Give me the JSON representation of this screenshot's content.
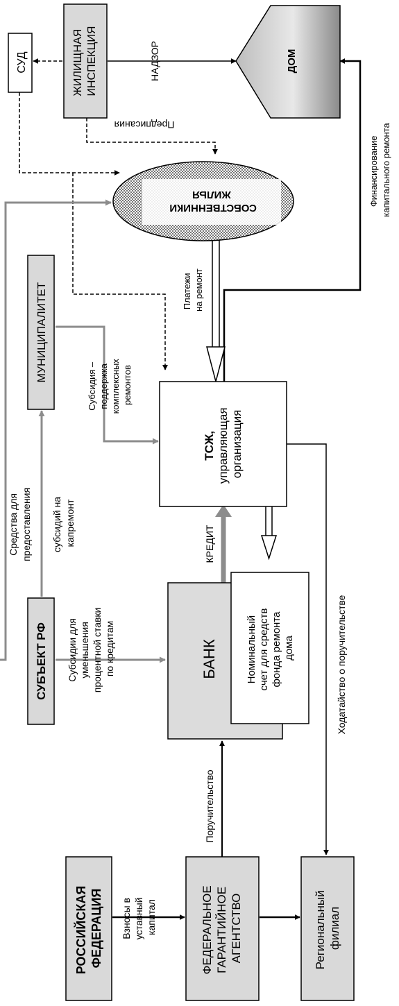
{
  "nodes": {
    "dom": "ДОМ",
    "sud": "СУД",
    "inspection": [
      "ЖИЛИЩНАЯ",
      "ИНСПЕКЦИЯ"
    ],
    "owners": [
      "СОБСТВЕННИКИ",
      "ЖИЛЬЯ"
    ],
    "municipality": "МУНИЦИПАЛИТЕТ",
    "tszh": [
      "ТСЖ,",
      "управляющая",
      "организация"
    ],
    "subject": "СУБЪЕКТ РФ",
    "bank": "БАНК",
    "nominal_account": [
      "Номинальный",
      "счет для средств",
      "фонда ремонта",
      "дома"
    ],
    "russian_federation": [
      "РОССИЙСКАЯ",
      "ФЕДЕРАЦИЯ"
    ],
    "federal_agency": [
      "ФЕДЕРАЛЬНОЕ",
      "ГАРАНТИЙНОЕ",
      "АГЕНТСТВО"
    ],
    "regional_branch": [
      "Региональный",
      "филиал"
    ]
  },
  "labels": {
    "nadzor": "НАДЗОР",
    "predpisaniya": "Предписания",
    "financing": [
      "Финансирование",
      "капитального ремонта"
    ],
    "payments": [
      "Платежи",
      "на ремонт"
    ],
    "subsidy_municipal": [
      "Субсидия –",
      "поддержка",
      "комплексных",
      "ремонтов"
    ],
    "funds_subsidies": [
      "Средства для",
      "предоставления",
      "субсидий на",
      "капремонт"
    ],
    "kredit": "КРЕДИТ",
    "subsidy_rate": [
      "Субсидии для",
      "уменьшения",
      "процентной ставки",
      "по кредитам"
    ],
    "petition": "Ходатайство о поручительстве",
    "guarantee": "Поручительство",
    "contributions": [
      "Взносы в",
      "уставный",
      "капитал"
    ]
  }
}
